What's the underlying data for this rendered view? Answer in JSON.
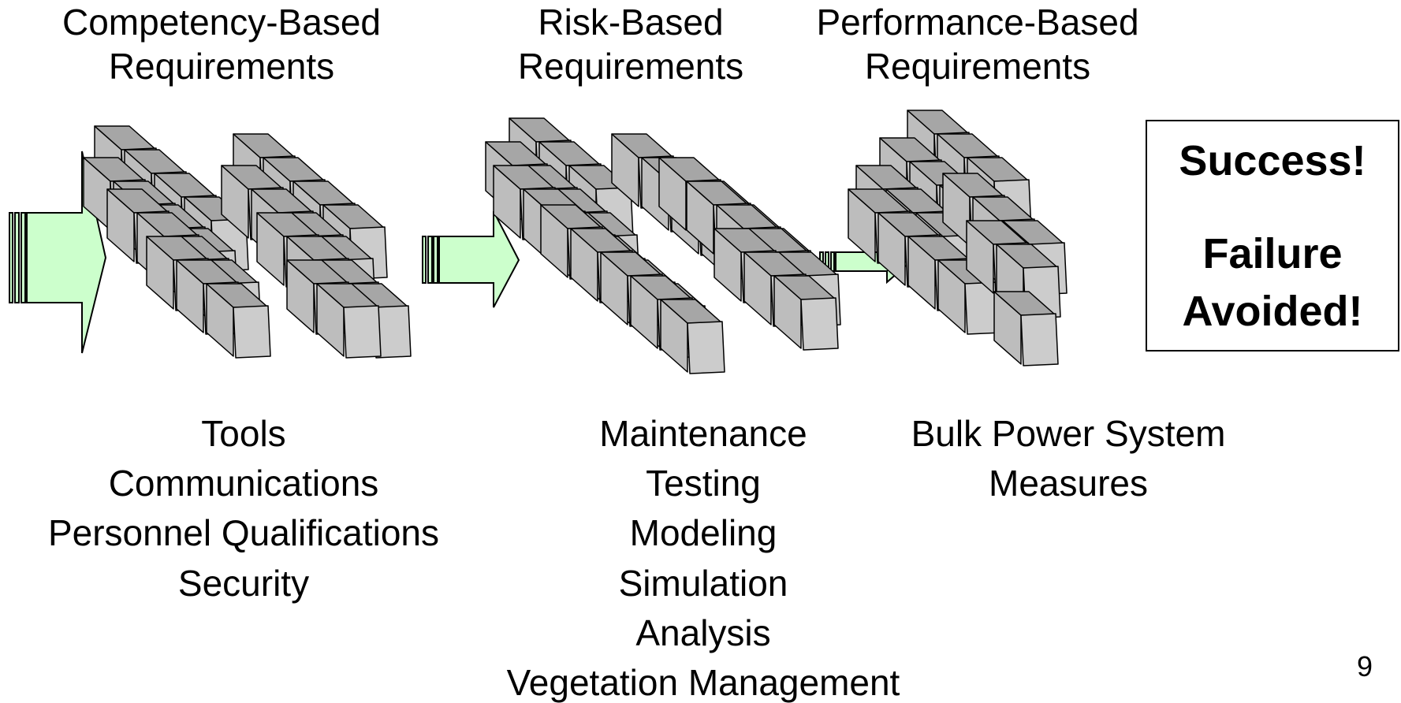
{
  "headings": {
    "competency": [
      "Competency-Based",
      "Requirements"
    ],
    "risk": [
      "Risk-Based",
      "Requirements"
    ],
    "performance": [
      "Performance-Based",
      "Requirements"
    ]
  },
  "lists": {
    "competency": [
      "Tools",
      "Communications",
      "Personnel Qualifications",
      "Security"
    ],
    "risk": [
      "Maintenance",
      "Testing",
      "Modeling",
      "Simulation",
      "Analysis",
      "Vegetation Management"
    ],
    "performance": [
      "Bulk Power System",
      "Measures"
    ]
  },
  "outcome_box": {
    "lines": [
      "Success!",
      "Failure",
      "Avoided!"
    ]
  },
  "page_number": "9",
  "colors": {
    "arrow_fill": "#ccffcc",
    "block_top": "#a6a6a6",
    "block_front": "#cccccc",
    "block_side": "#bdbdbd",
    "stroke": "#000000"
  }
}
